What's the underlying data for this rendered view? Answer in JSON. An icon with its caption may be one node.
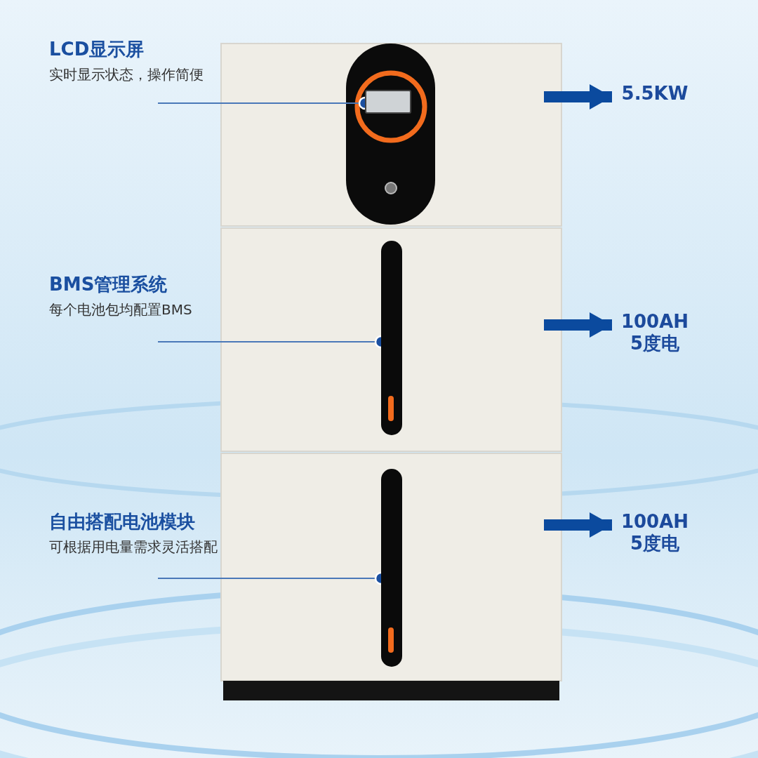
{
  "diagram": {
    "nodes": [
      {
        "text": [
          "LCD显示屏",
          "实时显示状态，操作简便"
        ]
      },
      {
        "text": [],
        "shape": "box"
      },
      {
        "text": [
          "5.5KW"
        ]
      },
      {
        "text": [
          "BMS管理系统",
          "每个电池包均配置BMS"
        ]
      },
      {
        "text": [],
        "shape": "bar"
      },
      {
        "text": [
          "100AH 5度电"
        ]
      },
      {
        "text": [
          "自由搭配电池模块",
          "可根据用电量需求灵活搭配"
        ]
      },
      {
        "text": [],
        "shape": "bar"
      },
      {
        "text": [
          "100AH 5度电"
        ]
      }
    ],
    "edges": [
      {
        "from": 0,
        "to": 1,
        "arrow": "other"
      },
      {
        "from": null,
        "to": 2,
        "arrow": "to",
        "style": "thick",
        "color": "#0b4a9e"
      },
      {
        "from": 3,
        "to": 4,
        "arrow": "other"
      },
      {
        "from": null,
        "to": 5,
        "arrow": "to",
        "style": "thick",
        "color": "#0b4a9e"
      },
      {
        "from": 6,
        "to": 7,
        "arrow": "other"
      },
      {
        "from": null,
        "to": 8,
        "arrow": "to",
        "style": "thick",
        "color": "#0b4a9e"
      }
    ]
  }
}
